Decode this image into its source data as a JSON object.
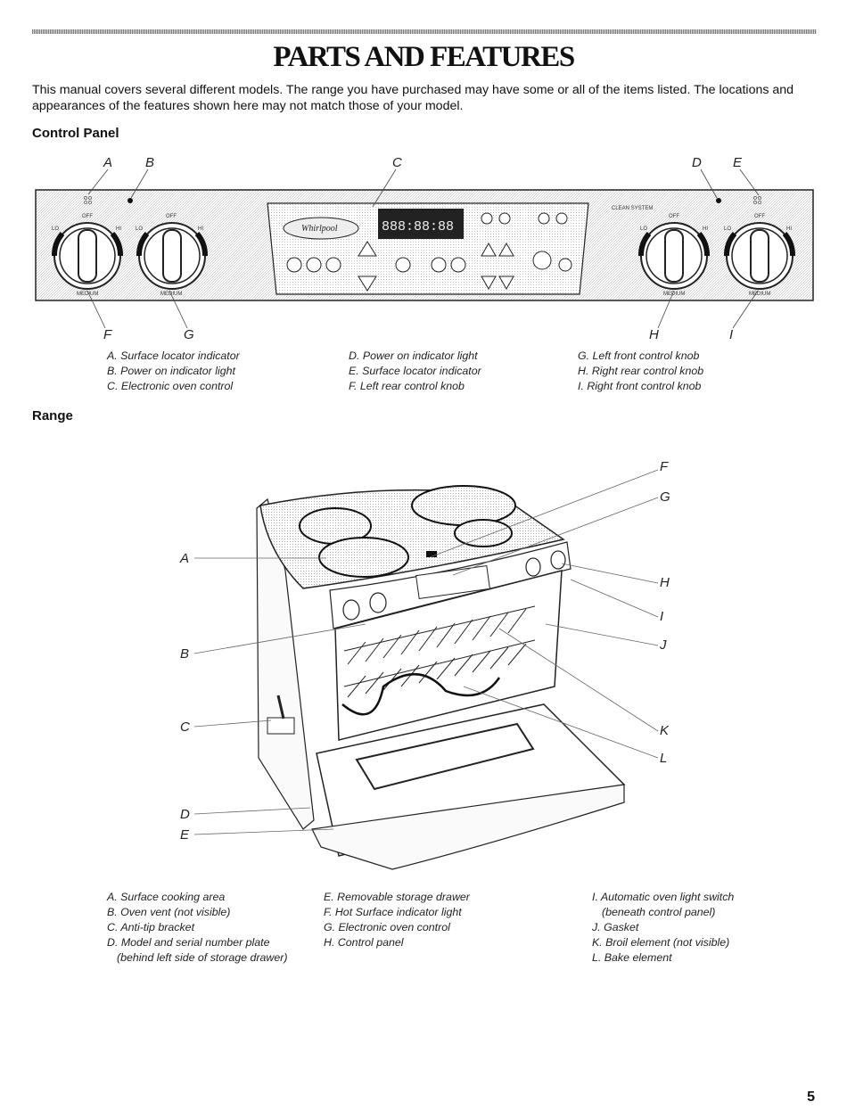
{
  "page": {
    "title": "PARTS AND FEATURES",
    "intro": "This manual covers several different models. The range you have purchased may have some or all of the items listed. The locations and appearances of the features shown here may not match those of your model.",
    "page_number": "5"
  },
  "control_panel": {
    "heading": "Control Panel",
    "callouts": {
      "A": "A",
      "B": "B",
      "C": "C",
      "D": "D",
      "E": "E",
      "F": "F",
      "G": "G",
      "H": "H",
      "I": "I"
    },
    "knob_labels": {
      "off": "OFF",
      "lo": "LO",
      "hi": "HI",
      "medium": "MEDIUM"
    },
    "display_digits": "888:88:88",
    "brand": "Whirlpool",
    "cleaning_label": "CLEAN SYSTEM",
    "legend": [
      [
        "A. Surface locator indicator",
        "B. Power on indicator light",
        "C. Electronic oven control"
      ],
      [
        "D. Power on indicator light",
        "E. Surface locator indicator",
        "F. Left rear control knob"
      ],
      [
        "G. Left front control knob",
        "H. Right rear control knob",
        "I. Right front control knob"
      ]
    ]
  },
  "range": {
    "heading": "Range",
    "callouts": {
      "A": "A",
      "B": "B",
      "C": "C",
      "D": "D",
      "E": "E",
      "F": "F",
      "G": "G",
      "H": "H",
      "I": "I",
      "J": "J",
      "K": "K",
      "L": "L"
    },
    "legend": [
      [
        "A. Surface cooking area",
        "B. Oven vent (not visible)",
        "C. Anti-tip bracket",
        "D. Model and serial number plate",
        "(behind left side of storage drawer)"
      ],
      [
        "E. Removable storage drawer",
        "F. Hot Surface indicator light",
        "G. Electronic oven control",
        "H. Control panel"
      ],
      [
        "I. Automatic oven light switch",
        "(beneath control panel)",
        "J. Gasket",
        "K. Broil element (not visible)",
        "L. Bake element"
      ]
    ]
  }
}
